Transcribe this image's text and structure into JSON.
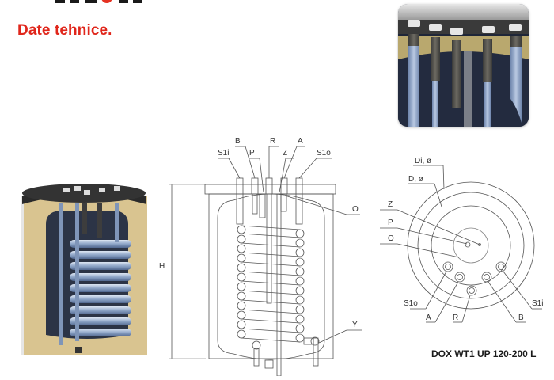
{
  "header": {
    "title": "Date tehnice.",
    "brand_color": "#e0261b"
  },
  "diagram_side": {
    "top_labels": [
      "S1i",
      "B",
      "P",
      "R",
      "Z",
      "A",
      "S1o"
    ],
    "side_labels": {
      "height": "H",
      "right_upper": "O",
      "right_lower": "Y"
    }
  },
  "diagram_top": {
    "labels": {
      "di": "Di, ø",
      "d": "D, ø",
      "z": "Z",
      "p": "P",
      "o": "O",
      "s1o": "S1o",
      "a": "A",
      "r": "R",
      "b": "B",
      "s1i": "S1i"
    }
  },
  "caption": "DOX WT1 UP 120-200 L",
  "colors": {
    "insulation": "#d9c490",
    "tank_dark": "#2c3446",
    "coil": "#8fa6c8",
    "line": "#555555"
  }
}
